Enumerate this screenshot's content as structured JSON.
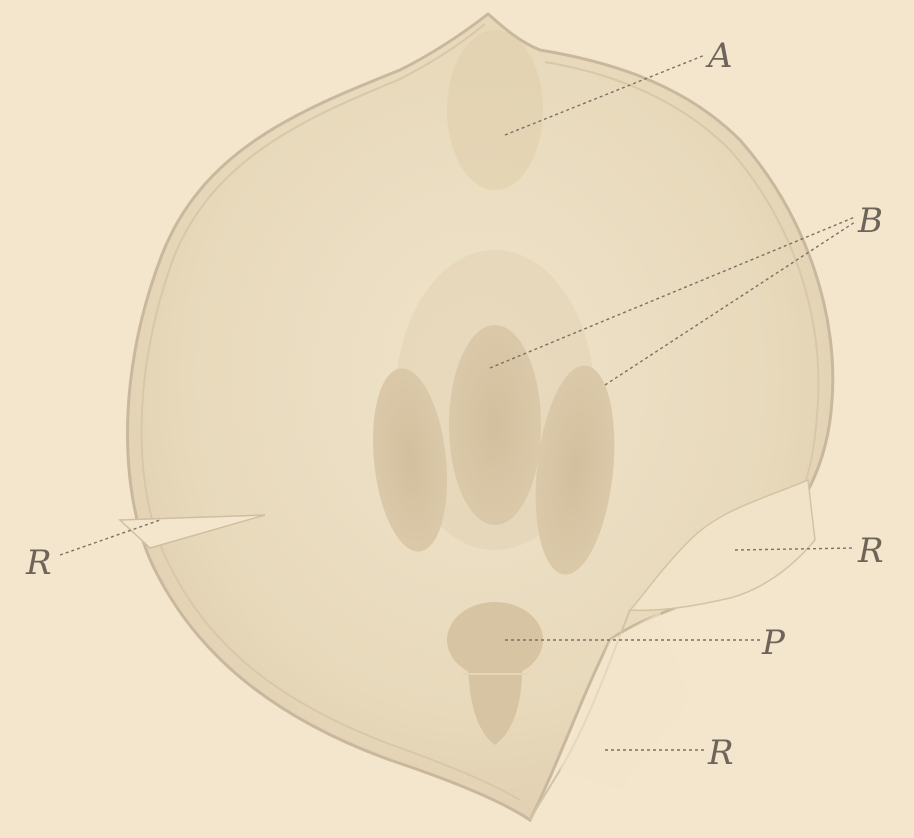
{
  "labels": {
    "a": "A",
    "b": "B",
    "r_left": "R",
    "r_right": "R",
    "p": "P",
    "r_bottom": "R"
  },
  "colors": {
    "paper": "#f3e6cd",
    "body_fill": "#e9dbbf",
    "outline": "#c9b89e",
    "mark": "#d4c2a3",
    "label": "#6e6459"
  }
}
